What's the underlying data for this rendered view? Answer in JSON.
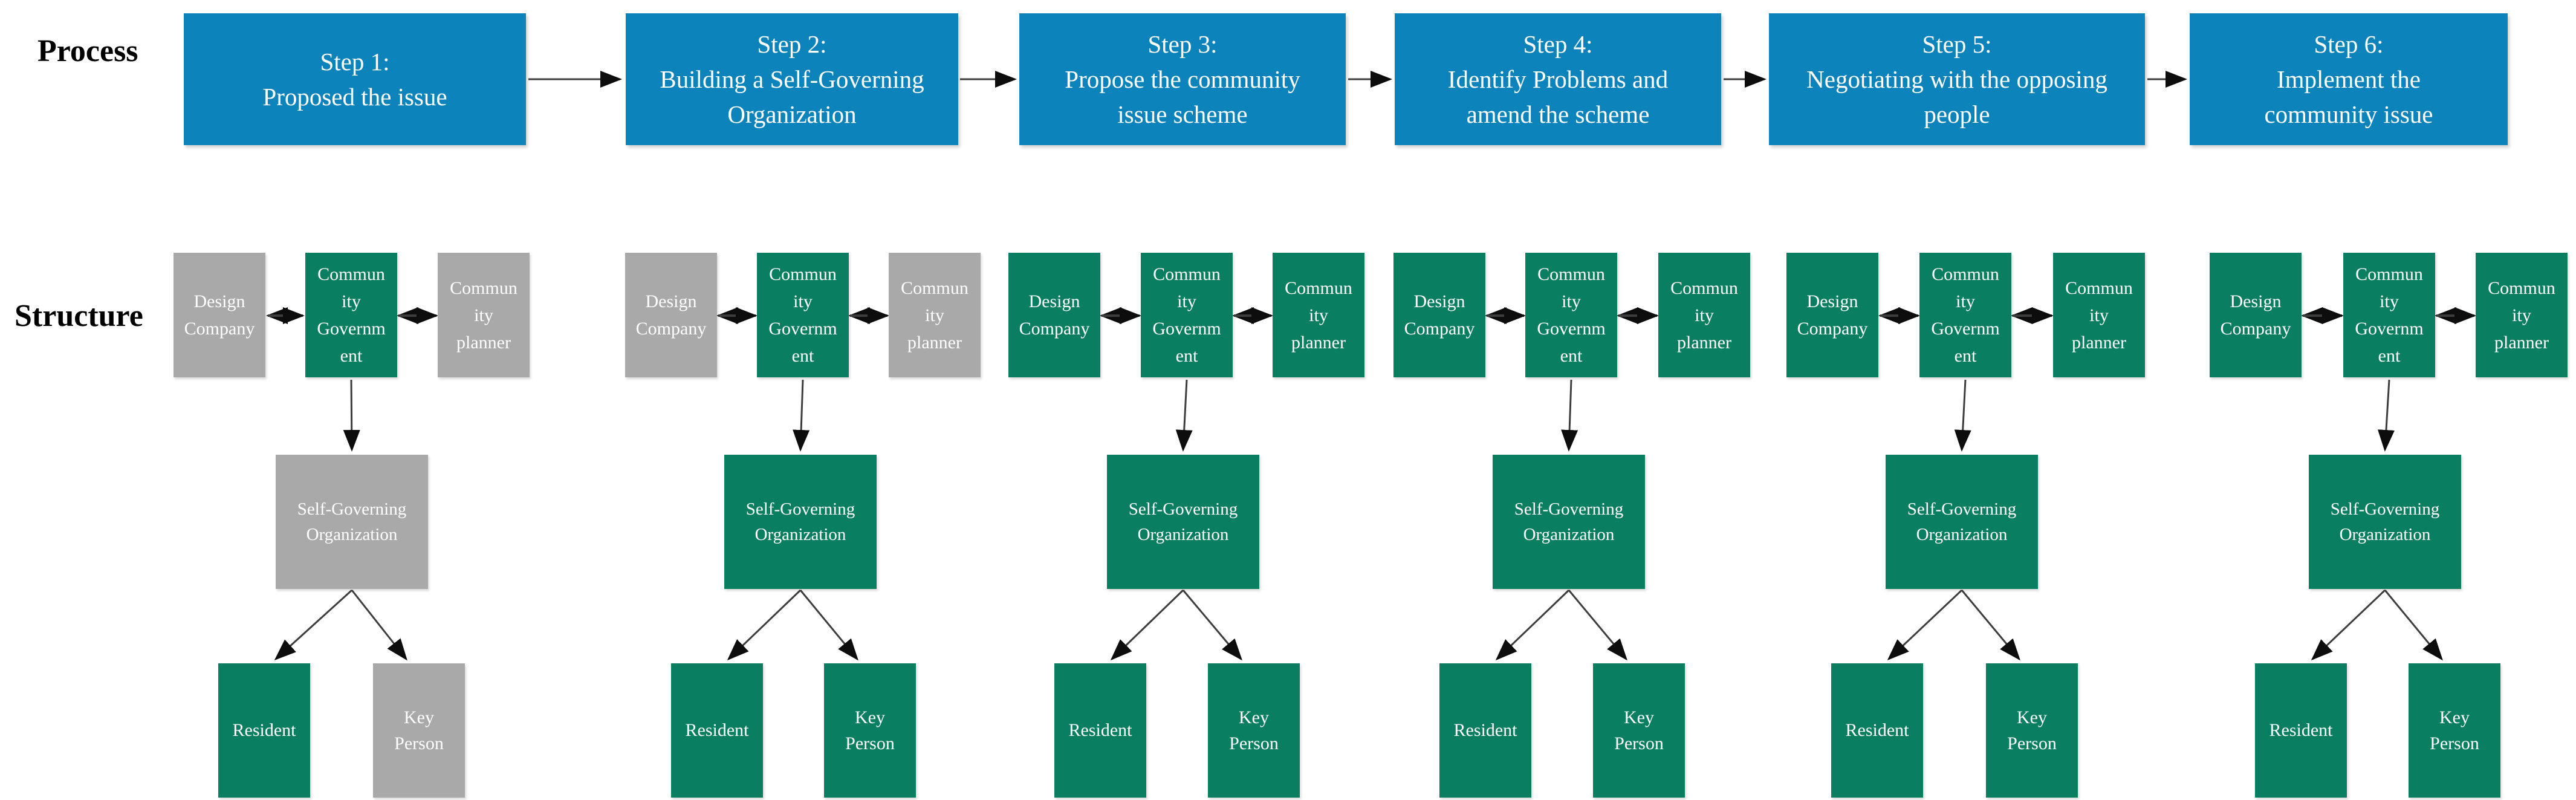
{
  "rows": {
    "process": "Process",
    "structure": "Structure"
  },
  "colors": {
    "blue": "#0d83bc",
    "green": "#0a7e61",
    "gray": "#a9a9a9",
    "arrow_line": "#3d3d3d",
    "arrow_head": "#0d0d0d",
    "box_text": "#ffffff",
    "label_text": "#000000"
  },
  "process_steps": [
    {
      "step": 1,
      "color": "blue",
      "label": "Step 1:\nProposed the issue"
    },
    {
      "step": 2,
      "color": "blue",
      "label": "Step 2:\nBuilding a Self-Governing\nOrganization"
    },
    {
      "step": 3,
      "color": "blue",
      "label": "Step 3:\nPropose the community\nissue scheme"
    },
    {
      "step": 4,
      "color": "blue",
      "label": "Step 4:\nIdentify Problems and\namend the  scheme"
    },
    {
      "step": 5,
      "color": "blue",
      "label": "Step 5:\nNegotiating with the opposing\npeople"
    },
    {
      "step": 6,
      "color": "blue",
      "label": "Step 6:\nImplement the\ncommunity issue"
    }
  ],
  "structure": {
    "labels": {
      "design": "Design\nCompany",
      "government": "Commun\nity\nGovernm\nent",
      "planner": "Commun\nity\nplanner",
      "sgo": "Self-Governing\nOrganization",
      "resident": "Resident",
      "key_person": "Key\nPerson"
    }
  },
  "groups": [
    {
      "step": 1,
      "design": "gray",
      "government": "green",
      "planner": "gray",
      "sgo": "gray",
      "resident": "green",
      "key_person": "gray"
    },
    {
      "step": 2,
      "design": "gray",
      "government": "green",
      "planner": "gray",
      "sgo": "green",
      "resident": "green",
      "key_person": "green"
    },
    {
      "step": 3,
      "design": "green",
      "government": "green",
      "planner": "green",
      "sgo": "green",
      "resident": "green",
      "key_person": "green"
    },
    {
      "step": 4,
      "design": "green",
      "government": "green",
      "planner": "green",
      "sgo": "green",
      "resident": "green",
      "key_person": "green"
    },
    {
      "step": 5,
      "design": "green",
      "government": "green",
      "planner": "green",
      "sgo": "green",
      "resident": "green",
      "key_person": "green"
    },
    {
      "step": 6,
      "design": "green",
      "government": "green",
      "planner": "green",
      "sgo": "green",
      "resident": "green",
      "key_person": "green"
    }
  ]
}
